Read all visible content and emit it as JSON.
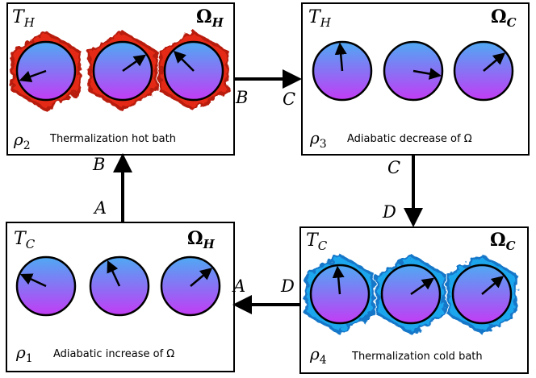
{
  "colors": {
    "hot_bath": "#e42a17",
    "hot_bath_dark": "#b81d0c",
    "cold_bath": "#1ea6ee",
    "cold_bath_dark": "#1277c9",
    "sphere_top": "#4fa9f4",
    "sphere_bottom": "#c23cf5",
    "stroke": "#000000"
  },
  "stages": [
    {
      "id": "hot",
      "temp": "T",
      "temp_sub": "H",
      "freq": "Ω",
      "freq_sub": "H",
      "rho": "ρ",
      "rho_sub": "2",
      "caption": "Thermalization hot bath",
      "bath": "hot",
      "spin_angles": [
        -110,
        55,
        -45
      ]
    },
    {
      "id": "adiabatic-decrease",
      "temp": "T",
      "temp_sub": "H",
      "freq": "Ω",
      "freq_sub": "C",
      "rho": "ρ",
      "rho_sub": "3",
      "caption": "Adiabatic decrease  of Ω",
      "bath": "none",
      "spin_angles": [
        -5,
        100,
        50
      ]
    },
    {
      "id": "cold",
      "temp": "T",
      "temp_sub": "C",
      "freq": "Ω",
      "freq_sub": "C",
      "rho": "ρ",
      "rho_sub": "4",
      "caption": "Thermalization cold bath",
      "bath": "cold",
      "spin_angles": [
        -5,
        55,
        50
      ]
    },
    {
      "id": "adiabatic-increase",
      "temp": "T",
      "temp_sub": "C",
      "freq": "Ω",
      "freq_sub": "H",
      "rho": "ρ",
      "rho_sub": "1",
      "caption": "Adiabatic increase of Ω",
      "bath": "none",
      "spin_angles": [
        -65,
        -25,
        50
      ]
    }
  ],
  "transitions": [
    {
      "id": "hot-to-decrease",
      "from_label": "B",
      "to_label": "C"
    },
    {
      "id": "decrease-to-cold",
      "from_label": "C",
      "to_label": "D"
    },
    {
      "id": "cold-to-increase",
      "from_label": "D",
      "to_label": "A"
    },
    {
      "id": "increase-to-hot",
      "from_label": "A",
      "to_label": "B"
    }
  ]
}
